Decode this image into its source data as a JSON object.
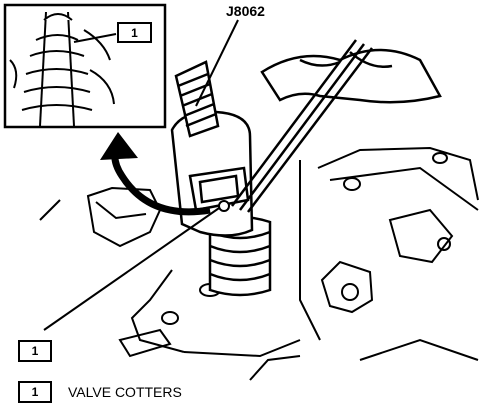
{
  "tool_label": "J8062",
  "callouts": {
    "inset_number": "1",
    "main_number": "1"
  },
  "legend": {
    "number": "1",
    "text": "VALVE COTTERS"
  }
}
